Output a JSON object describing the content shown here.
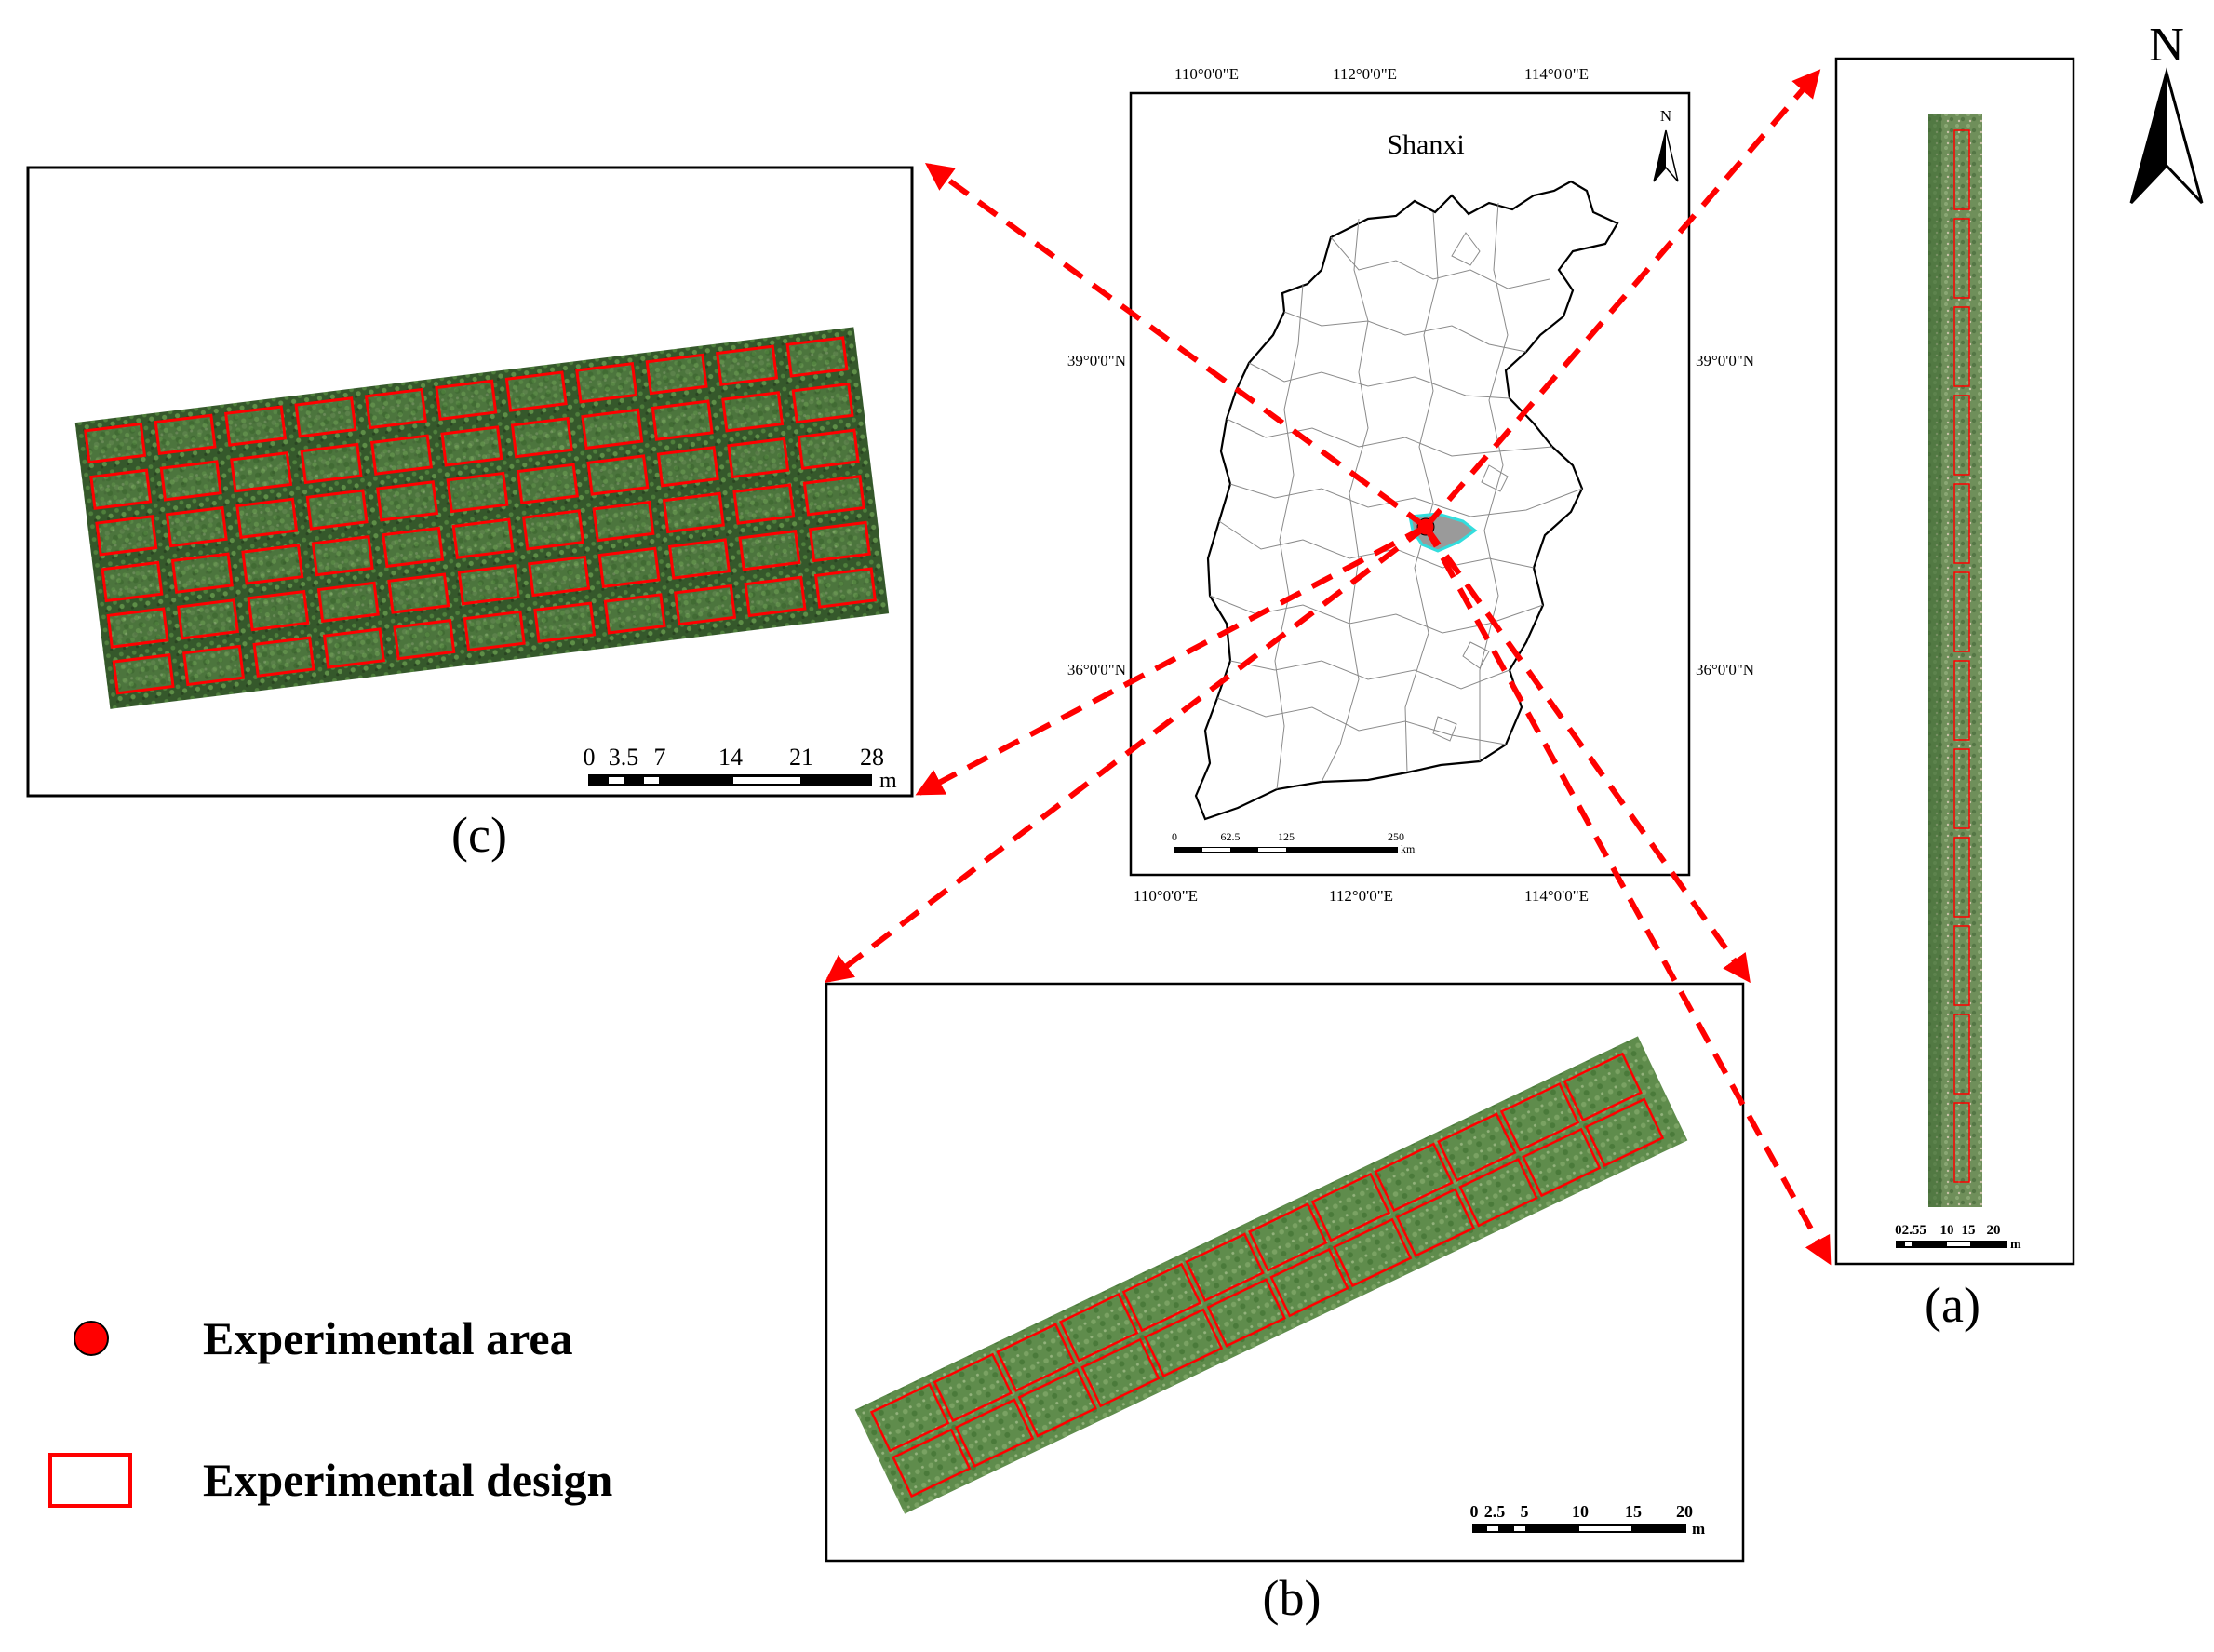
{
  "colors": {
    "frame": "#000000",
    "arrow": "#ff0000",
    "plot_outline": "#ff0000",
    "study_dot": "#ff0000",
    "study_area_fill": "#9a9a9a",
    "study_area_outline": "#33dddd",
    "vegetation_dark": "#2c4a24",
    "vegetation_mid": "#4a7a3a",
    "vegetation_light": "#6d9a55",
    "county_line": "#8a8a8a"
  },
  "shanxi_map": {
    "title": "Shanxi",
    "north_label": "N",
    "lon_labels_top": [
      "110°0'0\"E",
      "112°0'0\"E",
      "114°0'0\"E"
    ],
    "lon_labels_bottom": [
      "110°0'0\"E",
      "112°0'0\"E",
      "114°0'0\"E"
    ],
    "lat_labels_left": [
      "39°0'0\"N",
      "36°0'0\"N"
    ],
    "lat_labels_right": [
      "39°0'0\"N",
      "36°0'0\"N"
    ],
    "scale_ticks": [
      "0",
      "62.5",
      "125",
      "250"
    ],
    "scale_unit": "km"
  },
  "panel_a": {
    "caption": "(a)",
    "scale_ticks": [
      "02.55",
      "10",
      "15",
      "20"
    ],
    "scale_unit": "m",
    "plot_count": 12
  },
  "panel_b": {
    "caption": "(b)",
    "scale_ticks": [
      "0",
      "2.5",
      "5",
      "10",
      "15",
      "20"
    ],
    "scale_unit": "m",
    "plot_rows": 2,
    "plot_cols": 12
  },
  "panel_c": {
    "caption": "(c)",
    "scale_ticks": [
      "0",
      "3.5",
      "7",
      "14",
      "21",
      "28"
    ],
    "scale_unit": "m",
    "plot_rows": 6,
    "plot_cols": 11
  },
  "north_arrow": {
    "label": "N"
  },
  "legend": {
    "items": [
      {
        "symbol": "dot",
        "label": "Experimental area"
      },
      {
        "symbol": "rect",
        "label": "Experimental design"
      }
    ]
  }
}
